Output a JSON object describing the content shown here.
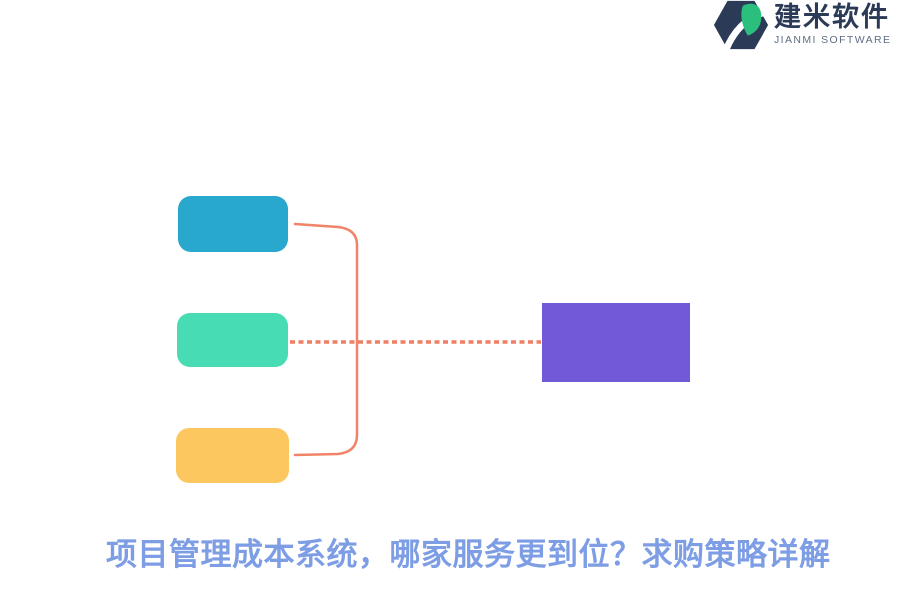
{
  "logo": {
    "name": "建米软件",
    "subtitle": "JIANMI SOFTWARE",
    "colors": {
      "hexagon": "#2b3a57",
      "leaf": "#2abf7d",
      "swoosh": "#ffffff",
      "name_text": "#2b3a57",
      "subtitle_text": "#5f6e82"
    }
  },
  "diagram": {
    "nodes": [
      {
        "id": "node-top-blue",
        "color": "#29a8ce",
        "shape": "rounded"
      },
      {
        "id": "node-middle-green",
        "color": "#48dcb4",
        "shape": "rounded"
      },
      {
        "id": "node-bottom-yellow",
        "color": "#fdc75f",
        "shape": "rounded"
      },
      {
        "id": "node-right-purple",
        "color": "#7159d8",
        "shape": "rect"
      }
    ],
    "connector_color": "#f08368",
    "dotted_color": "#ee7f63"
  },
  "caption": {
    "text": "项目管理成本系统，哪家服务更到位？求购策略详解",
    "color": "#7d9de5"
  }
}
